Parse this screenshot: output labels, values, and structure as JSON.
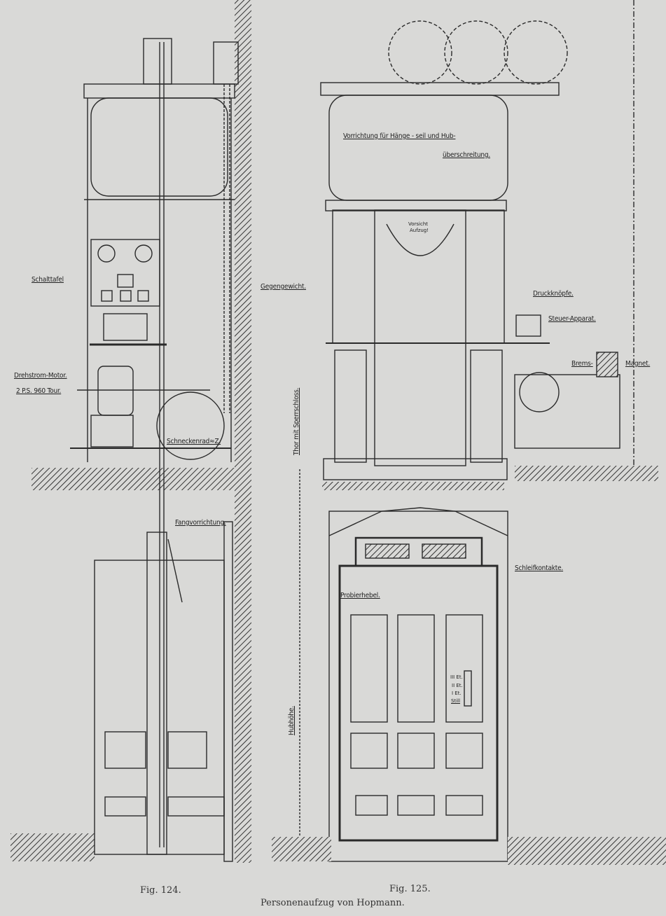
{
  "labels": {
    "schalttafel": "Schalttafel",
    "gegengewicht": "Gegengewicht.",
    "motor": "Drehstrom-Motor.",
    "motor_spec": "2 P.S. 960 Tour.",
    "schneckenrad": "Schneckenrad≈Z.",
    "thor": "Thor mit Sperrschloss.",
    "vorrichtung": "Vorrichtung für Hänge - seil und Hub-",
    "ueberschreitung": "überschreitung.",
    "vorsicht_1": "Vorsicht",
    "vorsicht_2": "Aufzug!",
    "druckknoepfe": "Druckknöpfe.",
    "steuer": "Steuer-Apparat.",
    "brems": "Brems-",
    "magnet": "Magnet.",
    "fang": "Fangvorrichtung.",
    "schleif": "Schleifkontakte.",
    "probier": "Probierhebel.",
    "hubhoehe": "Hubhöhe.",
    "floors": [
      "III Et.",
      "II Et.",
      "I Et.",
      "Still"
    ]
  },
  "captions": {
    "fig124": "Fig. 124.",
    "fig125": "Fig. 125.",
    "title": "Personenaufzug von Hopmann."
  }
}
